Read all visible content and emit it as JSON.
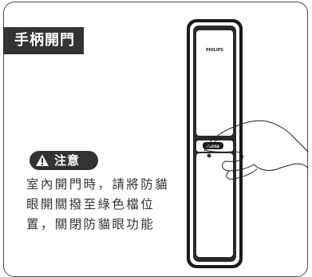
{
  "title": "手柄開門",
  "notice": {
    "label": "注意",
    "icon": "warning-triangle-icon"
  },
  "instruction_lines": [
    "室內開門時，請將防貓",
    "眼開關撥至綠色檔位",
    "置，關閉防貓眼功能"
  ],
  "lock": {
    "brand": "PHILIPS",
    "button_label": "CLOSE"
  }
}
